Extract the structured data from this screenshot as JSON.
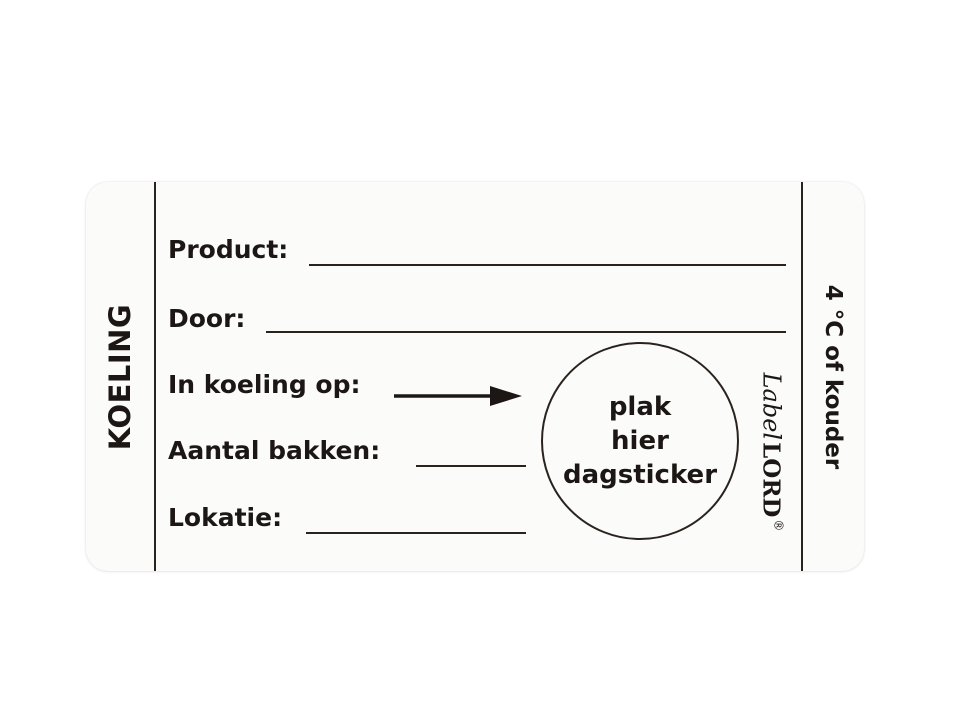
{
  "label": {
    "side_left": "KOELING",
    "side_right": "4 °C of kouder",
    "fields": [
      {
        "label": "Product:"
      },
      {
        "label": "Door:"
      },
      {
        "label": "In koeling op:"
      },
      {
        "label": "Aantal bakken:"
      },
      {
        "label": "Lokatie:"
      }
    ],
    "circle": {
      "line1": "plak",
      "line2": "hier",
      "line3": "dagsticker"
    },
    "brand": {
      "script": "Label",
      "word": "LORD",
      "reg": "®"
    },
    "icons": [
      "arrow-right-icon"
    ],
    "colors": {
      "ink": "#1c1714",
      "paper": "#fbfbfa"
    }
  }
}
